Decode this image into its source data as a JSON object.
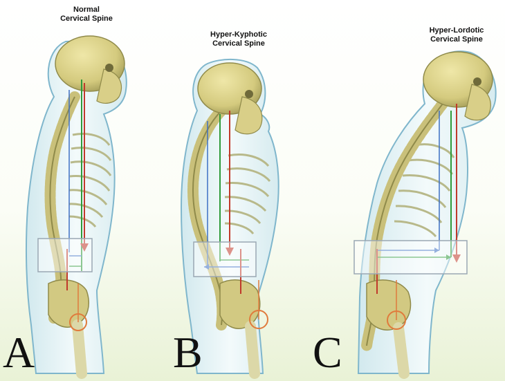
{
  "panels": [
    {
      "title_line1": "Normal",
      "title_line2": "Cervical Spine",
      "letter": "A"
    },
    {
      "title_line1": "Hyper-Kyphotic",
      "title_line2": "Cervical Spine",
      "letter": "B"
    },
    {
      "title_line1": "Hyper-Lordotic",
      "title_line2": "Cervical Spine",
      "letter": "C"
    }
  ],
  "colors": {
    "bone": "#d8d08a",
    "bone_shade": "#8f8a4a",
    "body_outline": "#7fb6cc",
    "body_fill": "#e4f1f3",
    "plumb_red": "#c0392b",
    "plumb_green": "#2e9a3a",
    "plumb_blue": "#3d6fc4",
    "hip_orange": "#e07a3c"
  }
}
